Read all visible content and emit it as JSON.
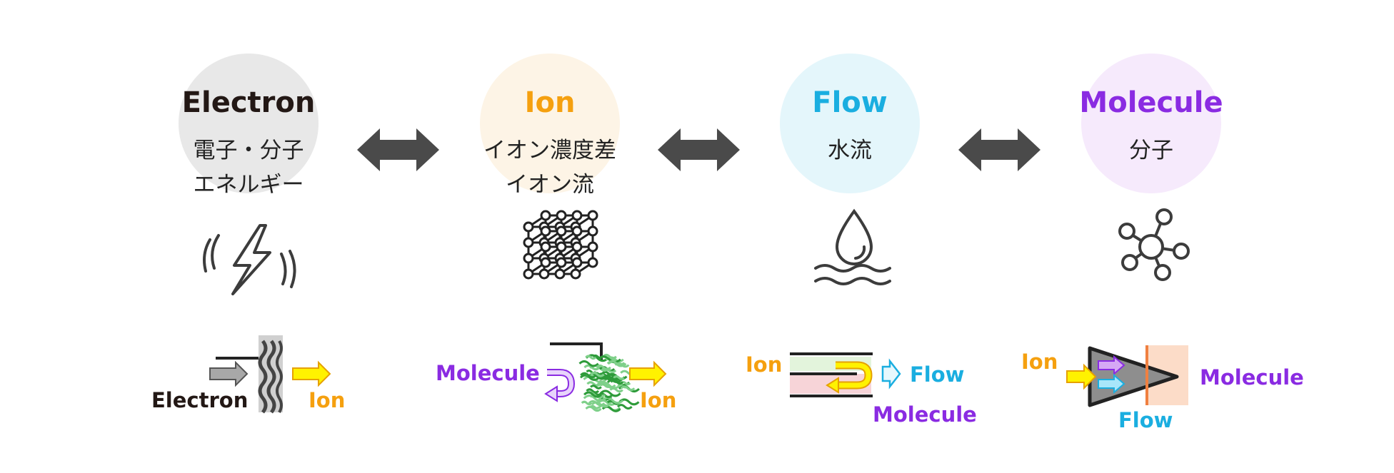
{
  "colors": {
    "electron": "#231815",
    "ion": "#f5a00f",
    "flow": "#1aaee0",
    "molecule": "#8a2be2",
    "electron_circle": "#e8e8e8",
    "ion_circle": "#fdf4e6",
    "flow_circle": "#e4f6fb",
    "molecule_circle": "#f6eafc",
    "arrow": "#4a4a4a",
    "icon_stroke": "#3c3c3c"
  },
  "columns": [
    {
      "id": "electron",
      "title": "Electron",
      "sub_line1": "電子・分子",
      "sub_line2": "エネルギー",
      "icon": "lightning-vibration-icon"
    },
    {
      "id": "ion",
      "title": "Ion",
      "sub_line1": "イオン濃度差",
      "sub_line2": "イオン流",
      "icon": "crystal-lattice-icon"
    },
    {
      "id": "flow",
      "title": "Flow",
      "sub_line1": "水流",
      "sub_line2": "",
      "icon": "water-drop-icon"
    },
    {
      "id": "molecule",
      "title": "Molecule",
      "sub_line1": "分子",
      "sub_line2": "",
      "icon": "molecule-network-icon"
    }
  ],
  "connectors": [
    {
      "icon": "double-arrow-icon"
    },
    {
      "icon": "double-arrow-icon"
    },
    {
      "icon": "double-arrow-icon"
    }
  ],
  "schematics": {
    "electron": {
      "input_label": "Electron",
      "output_label": "Ion"
    },
    "ion": {
      "input_label": "Molecule",
      "output_label": "Ion"
    },
    "flow": {
      "input_label": "Ion",
      "output_label": "Flow",
      "bottom_label": "Molecule"
    },
    "molecule": {
      "input_label": "Ion",
      "output_label": "Molecule",
      "bottom_label": "Flow"
    }
  }
}
